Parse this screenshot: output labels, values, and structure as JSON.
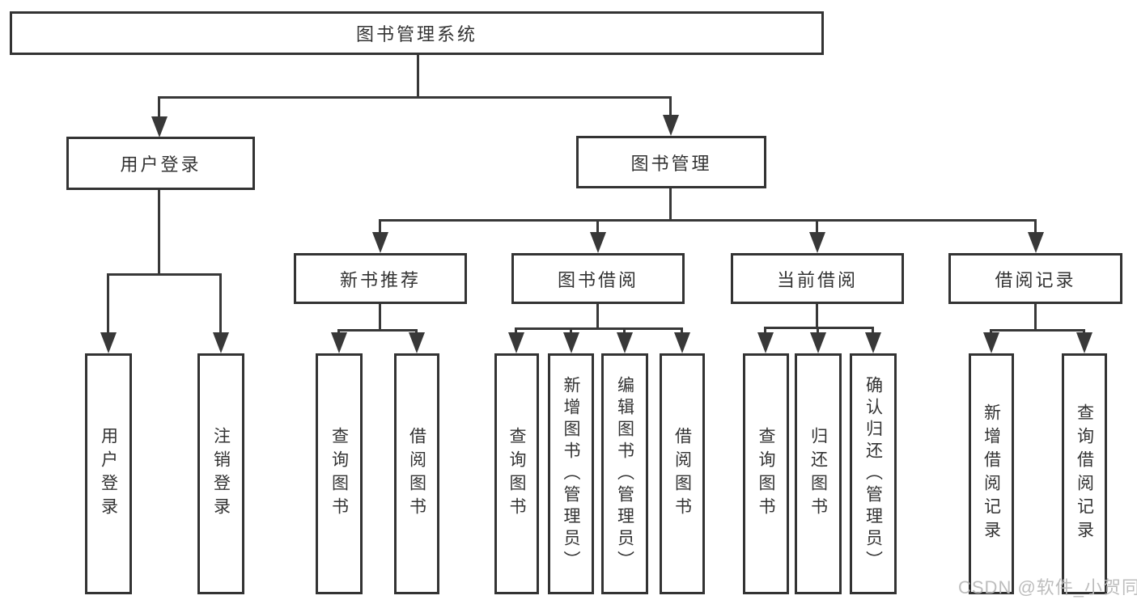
{
  "diagram": {
    "root": {
      "label": "图书管理系统"
    },
    "level2": [
      {
        "label": "用户登录"
      },
      {
        "label": "图书管理"
      }
    ],
    "level3": [
      {
        "label": "新书推荐",
        "parent": "图书管理"
      },
      {
        "label": "图书借阅",
        "parent": "图书管理"
      },
      {
        "label": "当前借阅",
        "parent": "图书管理"
      },
      {
        "label": "借阅记录",
        "parent": "图书管理"
      }
    ],
    "leaves": [
      {
        "label": "用户登录",
        "parent": "用户登录"
      },
      {
        "label": "注销登录",
        "parent": "用户登录"
      },
      {
        "label": "查询图书",
        "parent": "新书推荐"
      },
      {
        "label": "借阅图书",
        "parent": "新书推荐"
      },
      {
        "label": "查询图书",
        "parent": "图书借阅"
      },
      {
        "label": "新增图书（管理员）",
        "parent": "图书借阅"
      },
      {
        "label": "编辑图书（管理员）",
        "parent": "图书借阅"
      },
      {
        "label": "借阅图书",
        "parent": "图书借阅"
      },
      {
        "label": "查询图书",
        "parent": "当前借阅"
      },
      {
        "label": "归还图书",
        "parent": "当前借阅"
      },
      {
        "label": "确认归还（管理员）",
        "parent": "当前借阅"
      },
      {
        "label": "新增借阅记录",
        "parent": "借阅记录"
      },
      {
        "label": "查询借阅记录",
        "parent": "借阅记录"
      }
    ],
    "watermark": "CSDN @软件_小贺同学",
    "colors": {
      "line": "#383838",
      "border": "#333333",
      "text": "#333333",
      "watermark": "#b9b9b9",
      "background": "#ffffff"
    }
  }
}
